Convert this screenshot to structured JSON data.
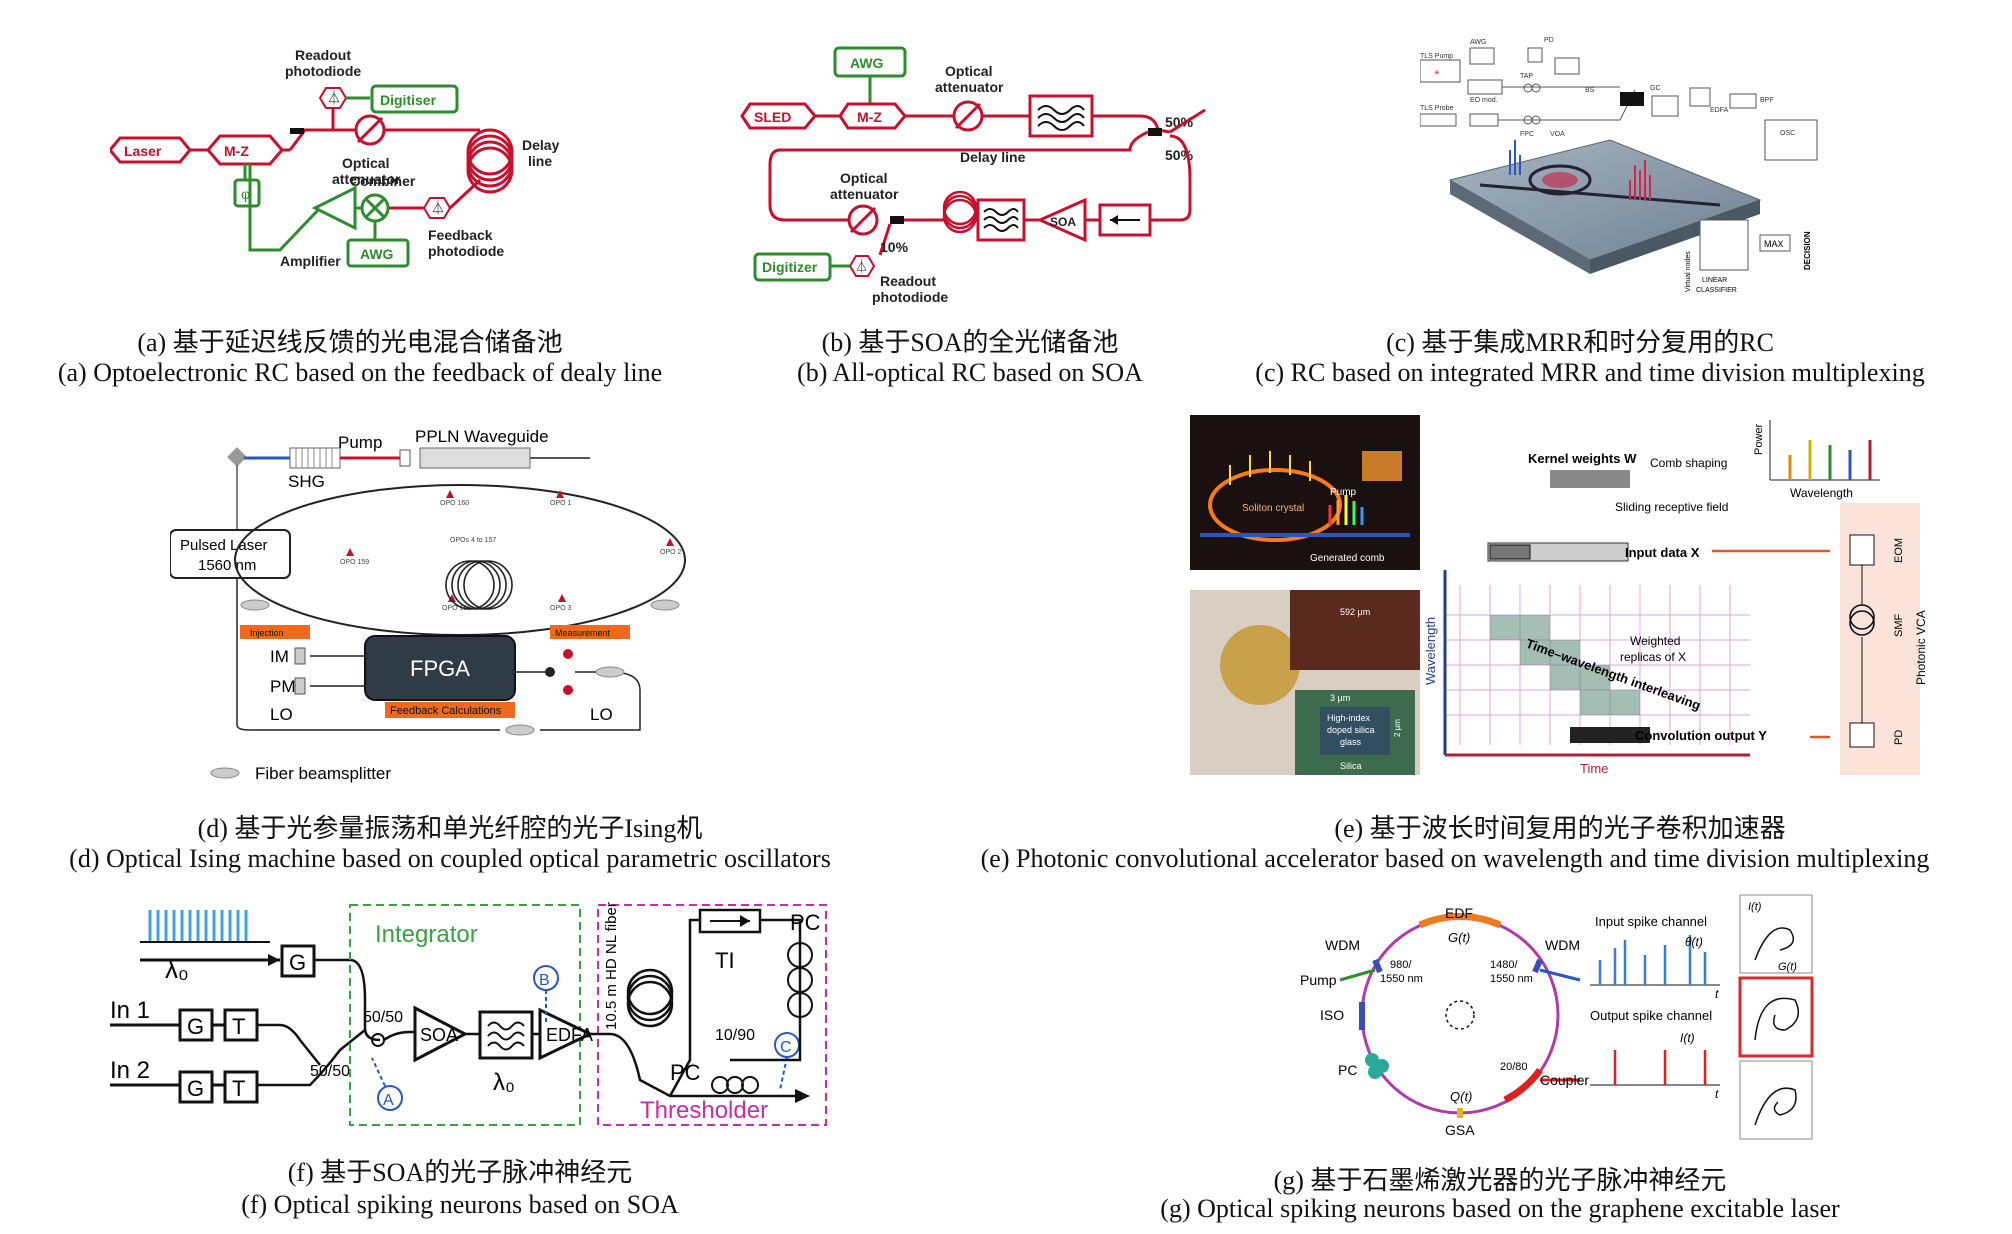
{
  "panels": {
    "a": {
      "caption_cn": "(a) 基于延迟线反馈的光电混合储备池",
      "caption_en": "(a) Optoelectronic RC based on the feedback of dealy line",
      "labels": {
        "laser": "Laser",
        "mz": "M-Z",
        "readout": "Readout",
        "photodiode": "photodiode",
        "digitiser": "Digitiser",
        "phi": "φ",
        "optical": "Optical",
        "attenuator": "attenuator",
        "delay": "Delay",
        "line": "line",
        "combiner": "Combiner",
        "amplifier": "Amplifier",
        "feedback": "Feedback",
        "feedback_pd": "photodiode",
        "awg": "AWG"
      }
    },
    "b": {
      "caption_cn": "(b) 基于SOA的全光储备池",
      "caption_en": "(b) All-optical RC based on SOA",
      "labels": {
        "awg": "AWG",
        "sled": "SLED",
        "mz": "M-Z",
        "optical": "Optical",
        "attenuator": "attenuator",
        "pct50a": "50%",
        "pct50b": "50%",
        "delay_line": "Delay line",
        "optical2": "Optical",
        "attenuator2": "attenuator",
        "soa": "SOA",
        "pct10": "10%",
        "digitizer": "Digitizer",
        "readout": "Readout",
        "photodiode": "photodiode"
      }
    },
    "c": {
      "caption_cn": "(c) 基于集成MRR和时分复用的RC",
      "caption_en": "(c) RC based on integrated MRR and time division multiplexing",
      "labels": {
        "tls_pump": "TLS Pump",
        "awg": "AWG",
        "pd": "PD",
        "eo_mod": "EO mod.",
        "tap": "TAP",
        "bs": "BS",
        "gc": "GC",
        "edfa": "EDFA",
        "bpf": "BPF",
        "osc": "OSC",
        "tls_probe": "TLS Probe",
        "fpc": "FPC",
        "voa": "VOA",
        "virtual_nodes": "Virtual nodes",
        "max": "MAX",
        "decision": "DECISION",
        "linear": "LINEAR",
        "classifier": "CLASSIFIER"
      }
    },
    "d": {
      "caption_cn": "(d) 基于光参量振荡和单光纤腔的光子Ising机",
      "caption_en": "(d) Optical Ising machine based on coupled optical parametric oscillators",
      "labels": {
        "pump": "Pump",
        "ppln": "PPLN Waveguide",
        "shg": "SHG",
        "pulsed": "Pulsed Laser",
        "nm": "1560 nm",
        "opo160": "OPO 160",
        "opo1": "OPO 1",
        "opo159": "OPO 159",
        "opos": "OPOs 4 to 157",
        "opo2": "OPO 2",
        "opo158": "OPO 158",
        "opo3": "OPO 3",
        "injection": "Injection",
        "measurement": "Measurement",
        "im": "IM",
        "pm": "PM",
        "fpga": "FPGA",
        "feedback": "Feedback Calculations",
        "lo1": "LO",
        "lo2": "LO",
        "legend": "Fiber beamsplitter"
      }
    },
    "e": {
      "caption_cn": "(e) 基于波长时间复用的光子卷积加速器",
      "caption_en": "(e) Photonic convolutional accelerator based on wavelength and time division multiplexing",
      "labels": {
        "soliton": "Soliton crystal",
        "pump": "Pump",
        "generated": "Generated comb",
        "kernel": "Kernel weights W",
        "comb_shaping": "Comb shaping",
        "power": "Power",
        "wavelength_ax": "Wavelength",
        "sliding": "Sliding receptive field",
        "input": "Input data X",
        "eom": "EOM",
        "ttw": "Time–wavelength interleaving",
        "weighted": "Weighted",
        "replicas": "replicas of X",
        "smf": "SMF",
        "vca": "Photonic VCA",
        "conv": "Convolution output Y",
        "pd": "PD",
        "wavelength": "Wavelength",
        "time": "Time",
        "um592": "592 μm",
        "um3": "3 μm",
        "um2": "2 μm",
        "hi": "High-index",
        "doped": "doped silica",
        "glass": "glass",
        "silica": "Silica"
      }
    },
    "f": {
      "caption_cn": "(f) 基于SOA的光子脉冲神经元",
      "caption_en": "(f) Optical spiking neurons based on SOA",
      "labels": {
        "lambda0": "λ₀",
        "g": "G",
        "in1": "In 1",
        "in2": "In 2",
        "t": "T",
        "integrator": "Integrator",
        "s5050a": "50/50",
        "s5050b": "50/50",
        "soa": "SOA",
        "lambda0b": "λ₀",
        "edfa": "EDFA",
        "a": "A",
        "b": "B",
        "c": "C",
        "fiber": "10.5 m HD NL fiber",
        "ti": "TI",
        "pc1": "PC",
        "pc2": "PC",
        "s1090": "10/90",
        "thresholder": "Thresholder"
      }
    },
    "g": {
      "caption_cn": "(g) 基于石墨烯激光器的光子脉冲神经元",
      "caption_en": "(g) Optical spiking neurons based on the graphene excitable laser",
      "labels": {
        "edf": "EDF",
        "gt": "G(t)",
        "wdm1": "WDM",
        "wdm2": "WDM",
        "w980": "980/",
        "w1550a": "1550 nm",
        "w1480": "1480/",
        "w1550b": "1550 nm",
        "pump": "Pump",
        "iso": "ISO",
        "pc": "PC",
        "qt": "Q(t)",
        "gsa": "GSA",
        "coupler": "Coupler",
        "r2080": "20/80",
        "input_ch": "Input spike channel",
        "theta": "θ(t)",
        "t": "t",
        "output_ch": "Output spike channel",
        "it": "I(t)",
        "t2": "t",
        "phase_it": "I(t)",
        "phase_gt": "G(t)"
      }
    }
  },
  "colors": {
    "red": "#c8102e",
    "green": "#2e8b2e",
    "purple": "#b03aa6",
    "blue": "#2b55c4",
    "orange": "#e5532b"
  }
}
